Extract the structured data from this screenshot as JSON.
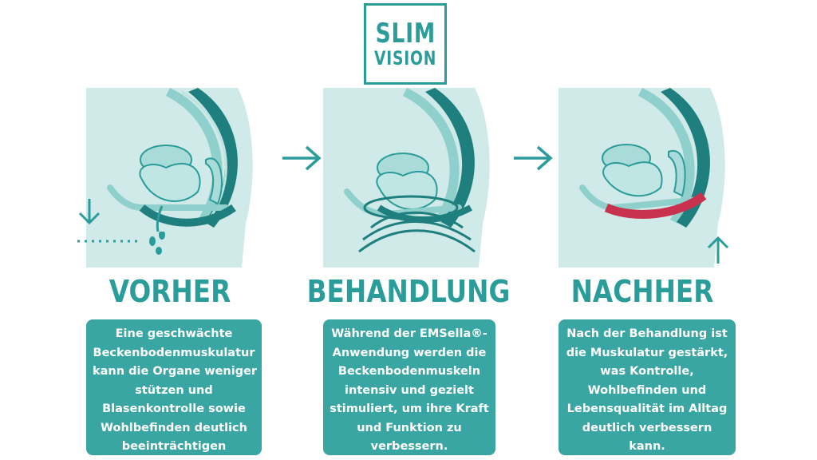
{
  "logo": {
    "line1": "SLIM",
    "line2": "VISION"
  },
  "colors": {
    "teal": "#2a9c9a",
    "box": "#3aa6a3",
    "muscle_weak": "#1e7f7e",
    "muscle_strong": "#c8324f",
    "light": "#cfeae8"
  },
  "panels": [
    {
      "title": "VORHER",
      "text": [
        "Eine geschwächte",
        "Beckenbodenmuskulatur",
        "kann die Organe weniger",
        "stützen und",
        "Blasenkontrolle sowie",
        "Wohlbefinden deutlich",
        "beeinträchtigen"
      ]
    },
    {
      "title": "BEHANDLUNG",
      "text": [
        "Während der EMSella®-",
        "Anwendung werden die",
        "Beckenbodenmuskeln",
        "intensiv und gezielt",
        "stimuliert, um ihre Kraft",
        "und Funktion zu",
        "verbessern."
      ]
    },
    {
      "title": "NACHHER",
      "text": [
        "Nach der Behandlung ist",
        "die Muskulatur gestärkt,",
        "was Kontrolle,",
        "Wohlbefinden und",
        "Lebensqualität im Alltag",
        "deutlich verbessern",
        "kann."
      ]
    }
  ],
  "icons": [
    "down-arrow-icon",
    "right-arrow-icon",
    "right-arrow-icon",
    "up-arrow-icon",
    "drip-icon"
  ]
}
